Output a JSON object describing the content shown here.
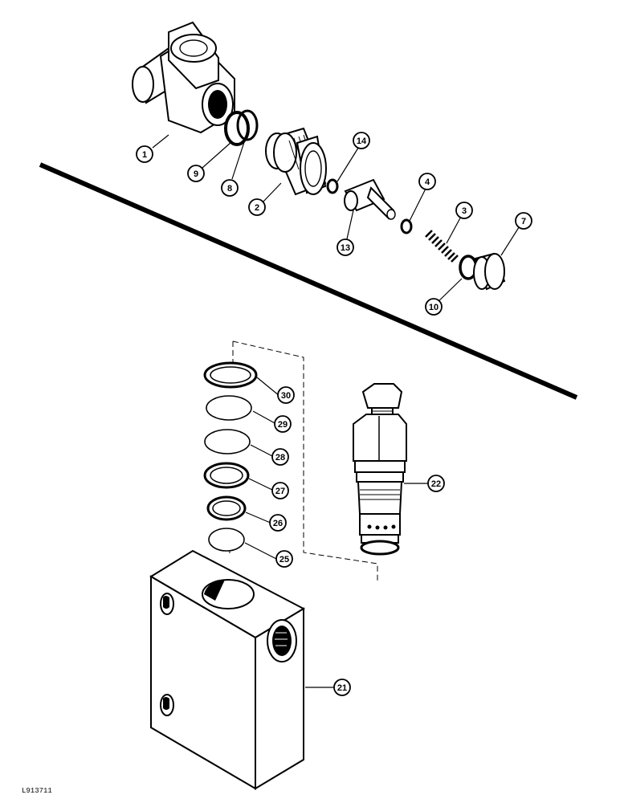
{
  "figure_code": "L913711",
  "callouts": [
    {
      "id": "c1",
      "label": "1"
    },
    {
      "id": "c9",
      "label": "9"
    },
    {
      "id": "c8",
      "label": "8"
    },
    {
      "id": "c2",
      "label": "2"
    },
    {
      "id": "c14",
      "label": "14"
    },
    {
      "id": "c13",
      "label": "13"
    },
    {
      "id": "c4",
      "label": "4"
    },
    {
      "id": "c3",
      "label": "3"
    },
    {
      "id": "c7",
      "label": "7"
    },
    {
      "id": "c10",
      "label": "10"
    },
    {
      "id": "c30",
      "label": "30"
    },
    {
      "id": "c29",
      "label": "29"
    },
    {
      "id": "c28",
      "label": "28"
    },
    {
      "id": "c27",
      "label": "27"
    },
    {
      "id": "c26",
      "label": "26"
    },
    {
      "id": "c25",
      "label": "25"
    },
    {
      "id": "c22",
      "label": "22"
    },
    {
      "id": "c21",
      "label": "21"
    }
  ]
}
